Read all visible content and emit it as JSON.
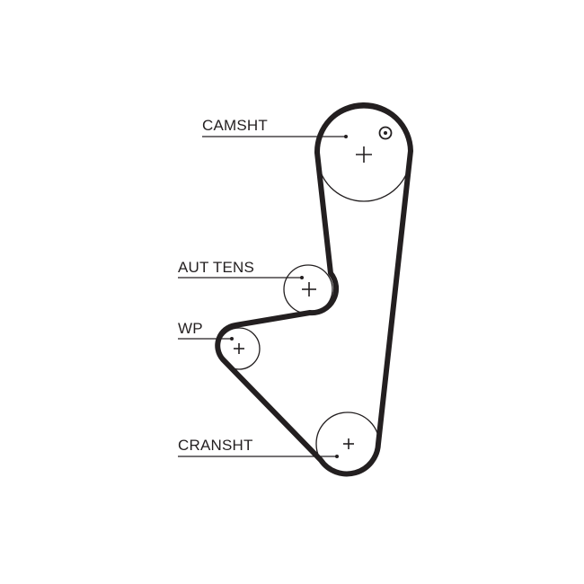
{
  "diagram": {
    "labels": {
      "camshaft": "CAMSHT",
      "tensioner": "AUT TENS",
      "water_pump": "WP",
      "crankshaft": "CRANSHT"
    },
    "colors": {
      "line": "#231f20",
      "background": "#ffffff"
    }
  }
}
